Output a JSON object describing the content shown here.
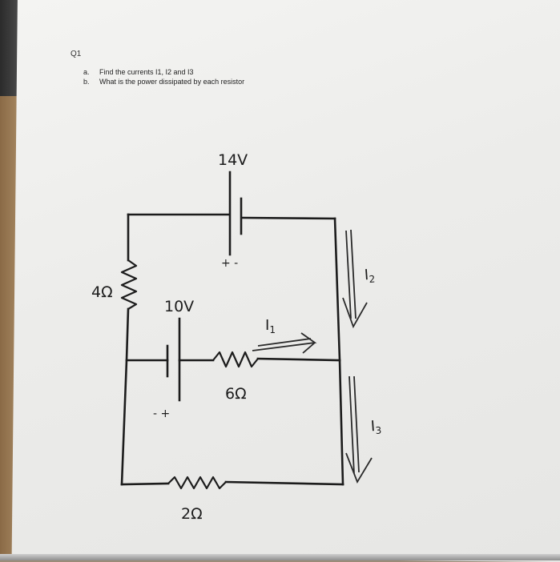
{
  "question": {
    "number": "Q1",
    "items": [
      {
        "letter": "a.",
        "text": "Find the currents I1, I2 and I3"
      },
      {
        "letter": "b.",
        "text": "What is the power dissipated by each resistor"
      }
    ]
  },
  "circuit": {
    "battery_top": {
      "label": "14V",
      "polarity": "+ -"
    },
    "battery_mid": {
      "label": "10V",
      "polarity": "- +"
    },
    "resistor_left": "4Ω",
    "resistor_mid": "6Ω",
    "resistor_bottom": "2Ω",
    "current_1": {
      "base": "I",
      "sub": "1"
    },
    "current_2": {
      "base": "I",
      "sub": "2"
    },
    "current_3": {
      "base": "I",
      "sub": "3"
    }
  }
}
